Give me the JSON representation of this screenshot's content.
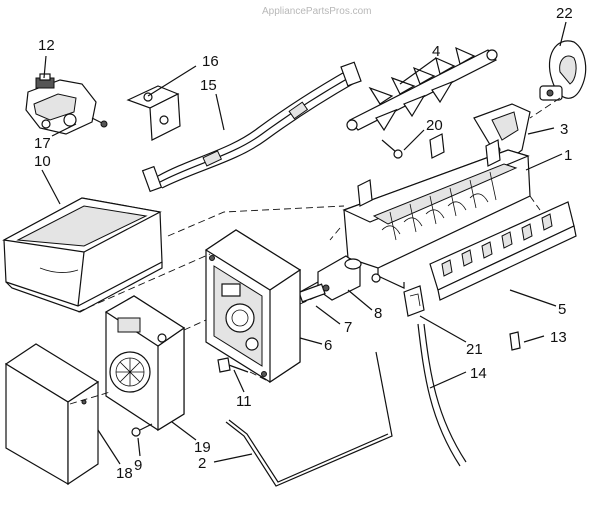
{
  "watermark": "AppliancePartsPros.com",
  "callouts": {
    "p1": "1",
    "p2": "2",
    "p3": "3",
    "p4": "4",
    "p5": "5",
    "p6": "6",
    "p7": "7",
    "p8": "8",
    "p9": "9",
    "p10": "10",
    "p11": "11",
    "p12": "12",
    "p13": "13",
    "p14": "14",
    "p15": "15",
    "p16": "16",
    "p17": "17",
    "p18": "18",
    "p19": "19",
    "p20": "20",
    "p21": "21",
    "p22": "22"
  }
}
